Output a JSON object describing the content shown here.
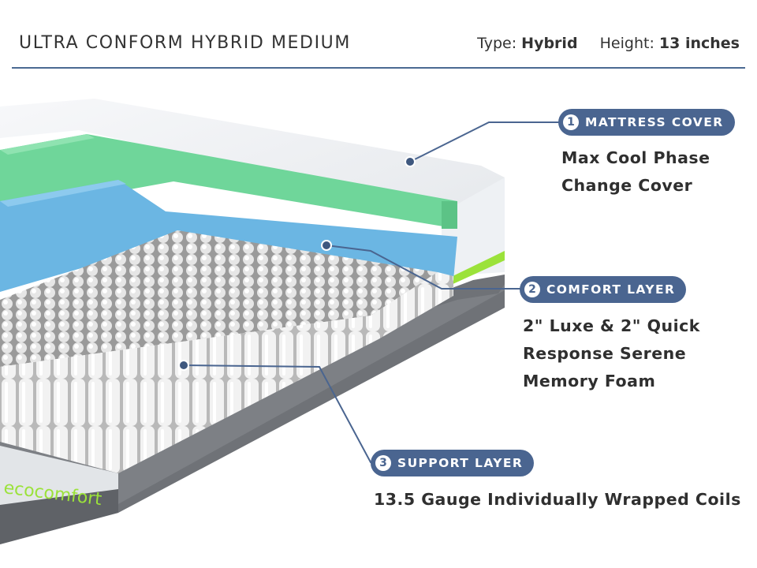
{
  "header": {
    "title": "ULTRA CONFORM HYBRID MEDIUM",
    "type_label": "Type:",
    "type_value": "Hybrid",
    "height_label": "Height:",
    "height_value": "13 inches"
  },
  "brand": "ecocomfort",
  "callouts": [
    {
      "number": "1",
      "title": "MATTRESS COVER",
      "description": [
        "Max Cool Phase",
        "Change Cover"
      ]
    },
    {
      "number": "2",
      "title": "COMFORT LAYER",
      "description": [
        "2\" Luxe & 2\" Quick",
        "Response Serene",
        "Memory Foam"
      ]
    },
    {
      "number": "3",
      "title": "SUPPORT LAYER",
      "description": [
        "13.5 Gauge Individually Wrapped Coils"
      ]
    }
  ],
  "colors": {
    "accent": "#4a6590",
    "foam_green": "#6fd69a",
    "foam_blue": "#6bb6e3",
    "brand_green": "#9be23a",
    "base_gray": "#6f7277"
  }
}
